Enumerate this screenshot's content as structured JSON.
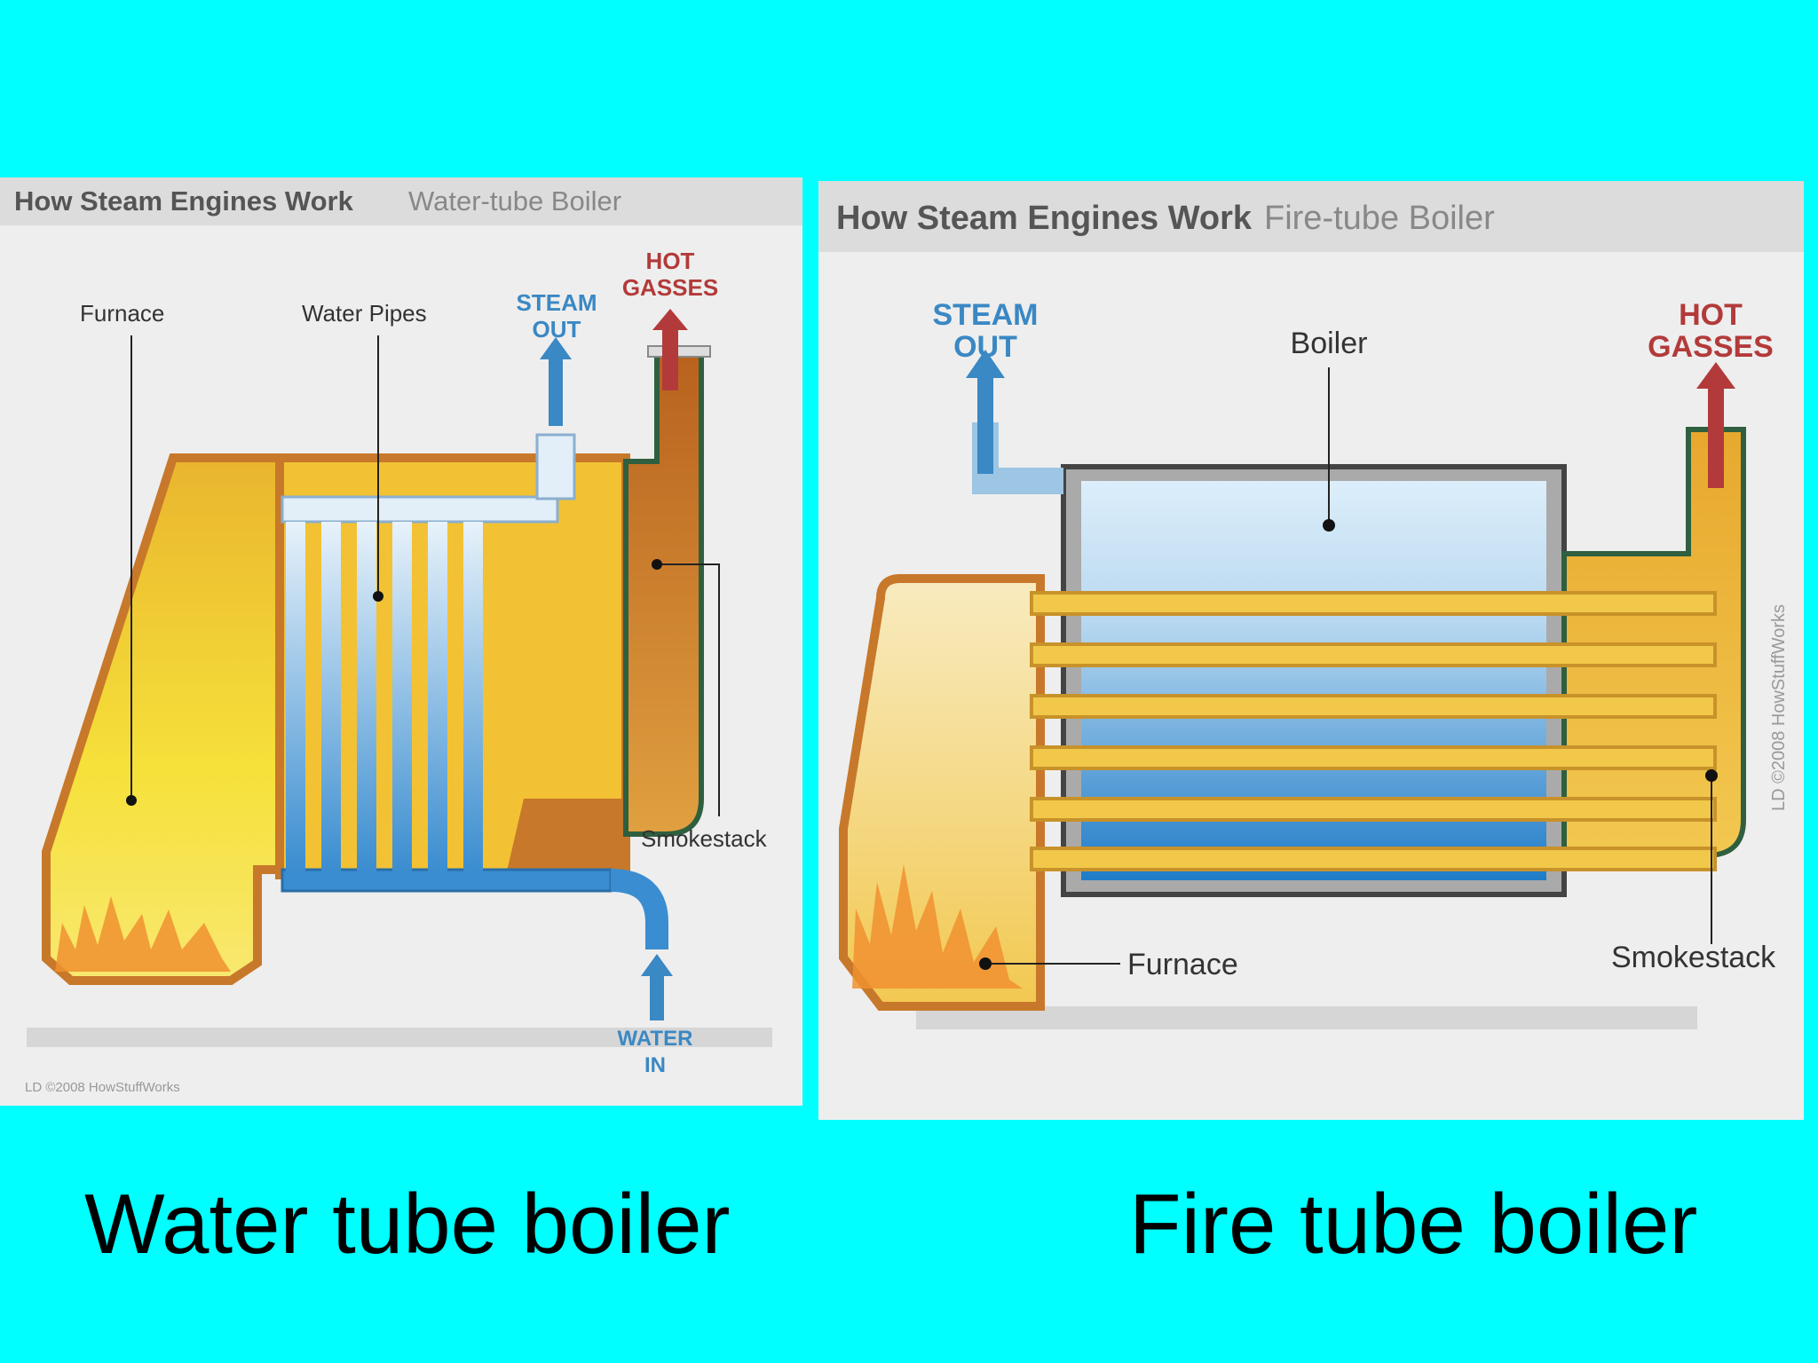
{
  "water_tube": {
    "header_bold": "How Steam Engines Work",
    "header_light": "Water-tube Boiler",
    "labels": {
      "furnace": "Furnace",
      "water_pipes": "Water Pipes",
      "steam_out_1": "STEAM",
      "steam_out_2": "OUT",
      "hot_gasses_1": "HOT",
      "hot_gasses_2": "GASSES",
      "smokestack": "Smokestack",
      "water_in_1": "WATER",
      "water_in_2": "IN"
    },
    "credit": "LD ©2008 HowStuffWorks"
  },
  "fire_tube": {
    "header_bold": "How Steam Engines Work",
    "header_light": "Fire-tube Boiler",
    "labels": {
      "steam_out_1": "STEAM",
      "steam_out_2": "OUT",
      "boiler": "Boiler",
      "hot_gasses_1": "HOT",
      "hot_gasses_2": "GASSES",
      "furnace": "Furnace",
      "smokestack": "Smokestack"
    },
    "credit": "LD ©2008 HowStuffWorks"
  },
  "captions": {
    "left": "Water tube boiler",
    "right": "Fire tube boiler"
  },
  "colors": {
    "background": "#00FFFF",
    "panel": "#EEEEEE",
    "flame_yellow": "#F2D230",
    "shell_orange": "#C8782A",
    "water_blue": "#3A8DD0",
    "steam_label": "#3A88C4",
    "hot_label": "#B33A3A"
  }
}
